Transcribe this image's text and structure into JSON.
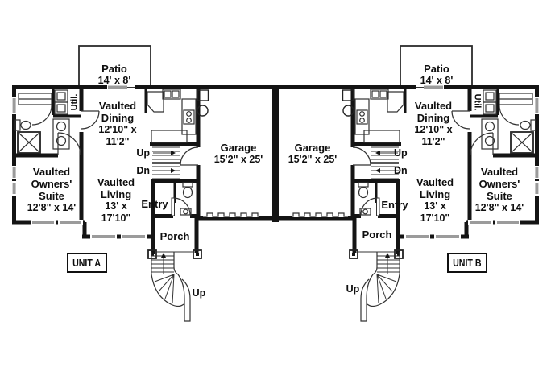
{
  "colors": {
    "wall": "#141414",
    "window_marker": "#9b9b9b",
    "thin_line": "#333333",
    "background": "#ffffff"
  },
  "unit_a": {
    "label": "UNIT A"
  },
  "unit_b": {
    "label": "UNIT B"
  },
  "rooms": {
    "patio": {
      "name": "Patio",
      "dims": "14' x 8'"
    },
    "dining": {
      "l1": "Vaulted",
      "l2": "Dining",
      "l3": "12'10\" x",
      "l4": "11'2\""
    },
    "living": {
      "l1": "Vaulted",
      "l2": "Living",
      "l3": "13' x",
      "l4": "17'10\""
    },
    "owners_suite": {
      "l1": "Vaulted",
      "l2": "Owners'",
      "l3": "Suite",
      "l4": "12'8\" x 14'"
    },
    "garage": {
      "name": "Garage",
      "dims": "15'2\" x 25'"
    },
    "entry": "Entry",
    "porch": "Porch",
    "utility": "Util."
  },
  "stairs": {
    "up": "Up",
    "down": "Dn",
    "exterior_up": "Up"
  }
}
